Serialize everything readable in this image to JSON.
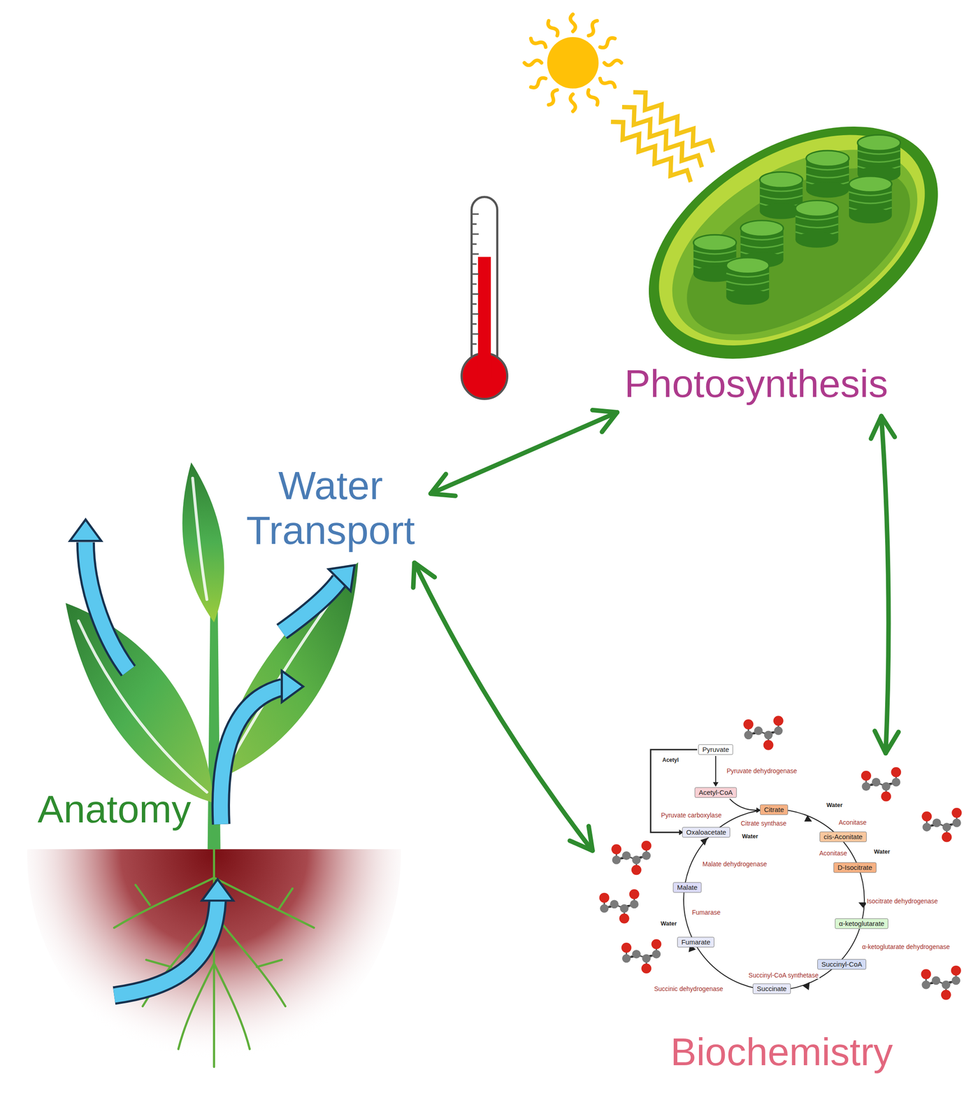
{
  "diagram": {
    "nodes": [
      {
        "text": [
          "Photosynthesis"
        ]
      },
      {
        "text": [
          "Water Transport"
        ]
      },
      {
        "text": [
          "Biochemistry"
        ]
      }
    ],
    "edges": [
      {
        "from": 1,
        "to": 0,
        "arrow": "both"
      },
      {
        "from": 0,
        "to": 2,
        "arrow": "both"
      },
      {
        "from": 1,
        "to": 2,
        "arrow": "both"
      }
    ],
    "labels": [
      "Anatomy",
      "Pyruvate",
      "Acetyl",
      "Pyruvate dehydrogenase",
      "Acetyl-CoA",
      "Water",
      "Citrate",
      "Pyruvate carboxylase",
      "Aconitase",
      "Citrate synthase",
      "Water",
      "Oxaloacetate",
      "cis-Aconitate",
      "Water",
      "Aconitase",
      "Malate dehydrogenase",
      "D-Isocitrate",
      "Malate",
      "Isocitrate dehydrogenase",
      "Fumarase",
      "Water",
      "α-ketoglutarate",
      "Fumarate",
      "α-ketoglutarate dehydrogenase",
      "Succinyl-CoA",
      "Succinyl-CoA synthetase",
      "Succinate",
      "Succinic dehydrogenase"
    ]
  }
}
